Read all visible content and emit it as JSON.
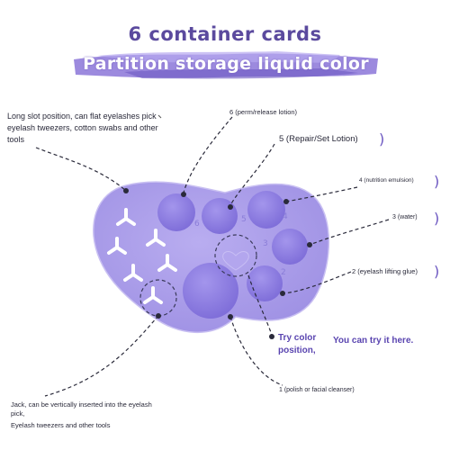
{
  "title": "6 container cards",
  "subtitle": "Partition storage liquid color",
  "labels": {
    "long_slot": "Long slot position, can flat eyelashes pick eyelash tweezers, cotton swabs and other tools",
    "slot6": "6 (perm/release lotion)",
    "slot5": "5 (Repair/Set Lotion)",
    "slot4": "4 (nutrition emulsion)",
    "slot3": "3 (water)",
    "slot2": "2 (eyelash lifting glue)",
    "slot1": "1 (polish or facial cleanser)",
    "try_color": "Try color position,",
    "try_it": "You can try it here.",
    "jack": "Jack, can be vertically inserted into the eyelash pick,",
    "jack2": "Eyelash tweezers and other tools"
  },
  "well_numbers": [
    "6",
    "5",
    "4",
    "3",
    "2"
  ],
  "colors": {
    "palette_body": "#a99be8",
    "wells": "#8f7fe0",
    "accent_title": "#5b4a9e",
    "brush": "#8a74d6"
  }
}
